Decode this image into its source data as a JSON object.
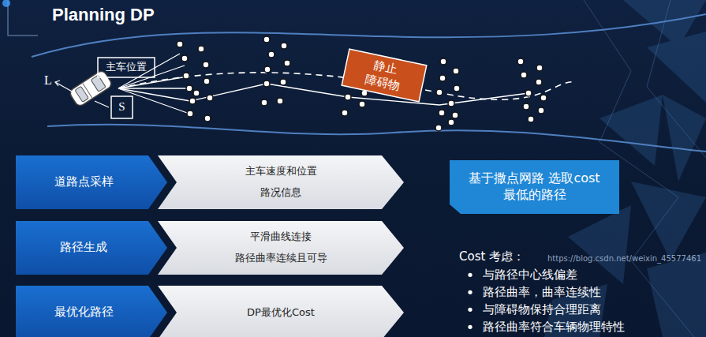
{
  "diagram": {
    "title": "Planning DP",
    "nodes": [
      {
        "text": [
          "主车位置"
        ]
      },
      {
        "text": [
          "S"
        ]
      },
      {
        "text": [
          "静止 障碍物"
        ]
      },
      {
        "text": [
          "道路点采样"
        ]
      },
      {
        "text": [
          "主车速度和位置",
          "路况信息"
        ]
      },
      {
        "text": [
          "路径生成"
        ]
      },
      {
        "text": [
          "平滑曲线连接",
          "路径曲率连续且可导"
        ]
      },
      {
        "text": [
          "最优化路径"
        ]
      },
      {
        "text": [
          "DP最优化Cost"
        ]
      },
      {
        "text": [
          "基于撒点网路 选取cost 最低的路径"
        ]
      }
    ],
    "labels": [
      "L",
      "Cost 考虑：",
      "与路径中心线偏差",
      "路径曲率，曲率连续性",
      "与障碍物保持合理距离",
      "路径曲率符合车辆物理特性",
      "https://blog.csdn.net/weixin_45577461"
    ]
  }
}
